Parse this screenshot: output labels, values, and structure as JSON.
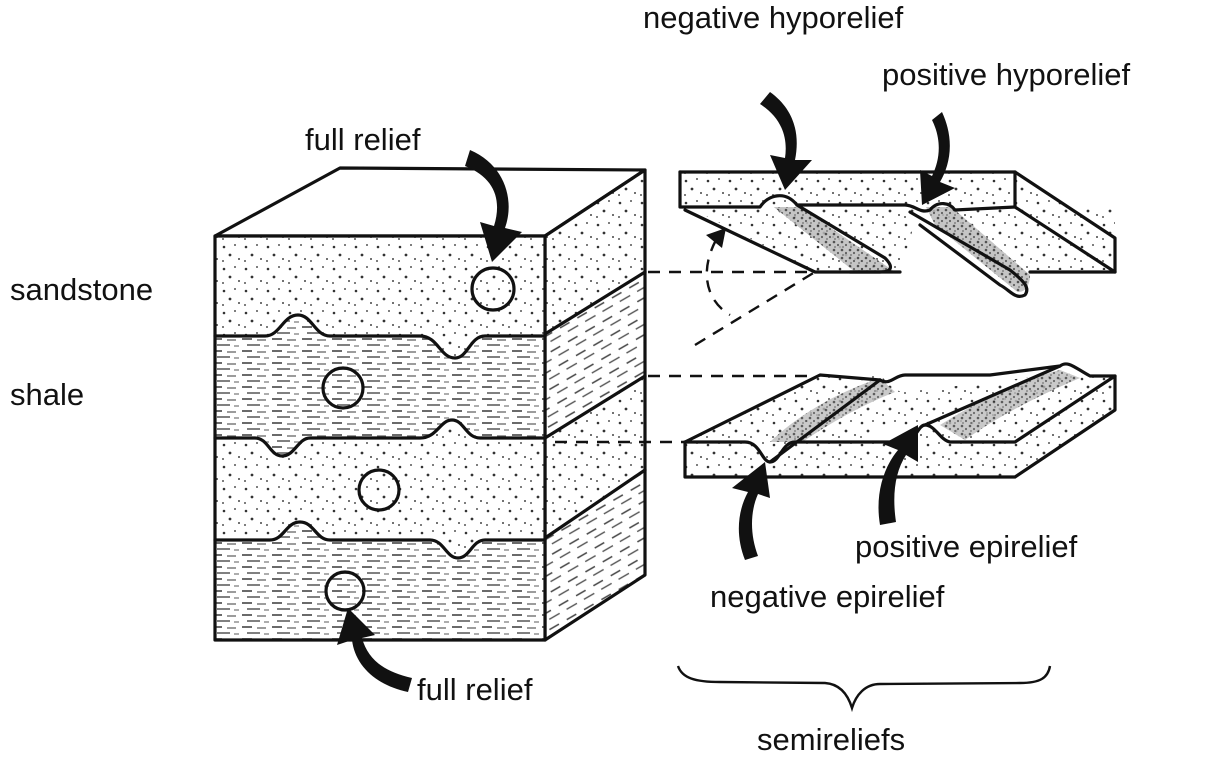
{
  "diagram": {
    "labels": {
      "sandstone": "sandstone",
      "shale": "shale",
      "full_relief_top": "full relief",
      "full_relief_bottom": "full relief",
      "negative_hyporelief": "negative hyporelief",
      "positive_hyporelief": "positive hyporelief",
      "positive_epirelief": "positive epirelief",
      "negative_epirelief": "negative epirelief",
      "semireliefs": "semireliefs"
    },
    "layers": [
      "sandstone",
      "shale",
      "sandstone",
      "shale"
    ],
    "colors": {
      "ink": "#111111",
      "paper": "#ffffff"
    }
  }
}
